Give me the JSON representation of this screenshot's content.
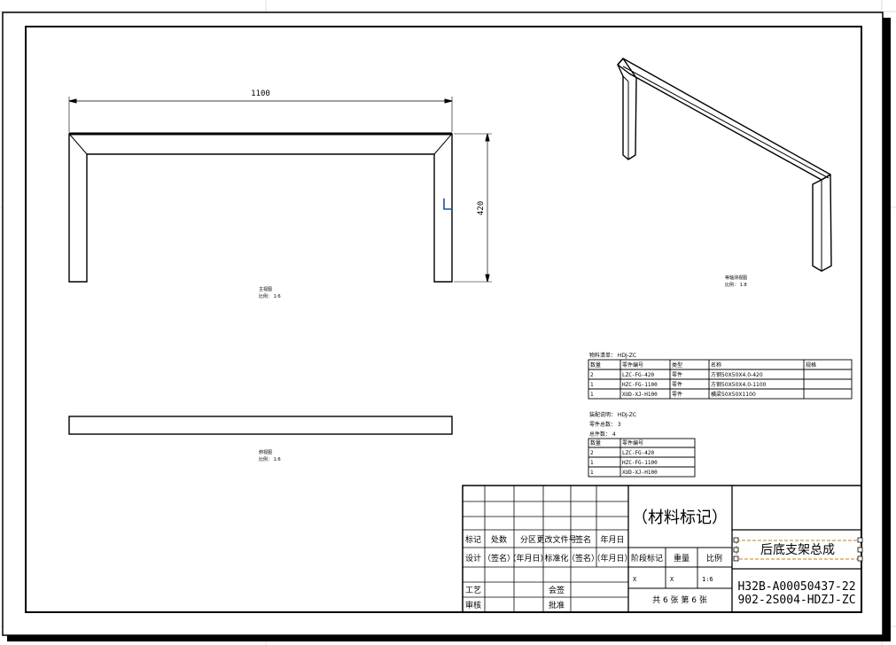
{
  "views": {
    "front": {
      "dim_width": "1100",
      "dim_height": "420",
      "caption_line1": "主视图",
      "caption_line2": "比例： 1:6"
    },
    "top": {
      "caption_line1": "俯视图",
      "caption_line2": "比例： 1:6"
    },
    "iso": {
      "caption_line1": "等轴测视图",
      "caption_line2": "比例： 1:8"
    }
  },
  "bom1": {
    "caption": "物料清单： HDJ-ZC",
    "headers": [
      "数量",
      "零件编号",
      "类型",
      "名称",
      "规格"
    ],
    "rows": [
      [
        "2",
        "LZC-FG-420",
        "零件",
        "方钢50X50X4.0-420",
        ""
      ],
      [
        "1",
        "HZC-FG-1100",
        "零件",
        "方钢50X50X4.0-1100",
        ""
      ],
      [
        "1",
        "XUD-XJ-H100",
        "零件",
        "横梁50X50X1100",
        ""
      ]
    ]
  },
  "bom2": {
    "caption_lines": [
      "装配说明： HDJ-ZC",
      "零件总数： 3",
      "总件数： 4"
    ],
    "headers": [
      "数量",
      "零件编号"
    ],
    "rows": [
      [
        "2",
        "LZC-FG-420"
      ],
      [
        "1",
        "HZC-FG-1100"
      ],
      [
        "1",
        "XUD-XJ-H100"
      ]
    ]
  },
  "title_block": {
    "material": "（材料标记）",
    "part_name": "后底支架总成",
    "code_line1": "H32B-A00050437-22",
    "code_line2": "902-2S004-HDZJ-ZC",
    "rev_headers": [
      "标记",
      "处数",
      "分区",
      "更改文件号",
      "签名",
      "年月日"
    ],
    "design_row": [
      "设计",
      "（签名）",
      "（年月日）",
      "标准化",
      "（签名）",
      "（年月日）"
    ],
    "process_label": "工艺",
    "check_label": "审核",
    "approve_label": "会签",
    "approve2_label": "批准",
    "stage_label": "阶段标记",
    "weight_label": "重量",
    "scale_label": "比例",
    "stage_value": "X",
    "weight_value": "X",
    "scale_value": "1:6",
    "sheet_text": "共 6 张  第 6 张"
  }
}
